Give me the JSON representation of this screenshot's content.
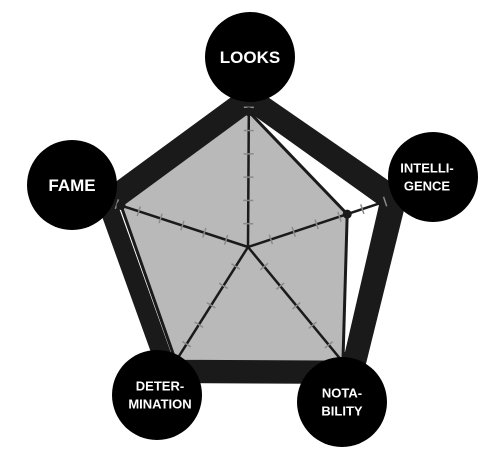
{
  "chart_data": {
    "type": "radar",
    "categories": [
      "LOOKS",
      "INTELLI-GENCE",
      "NOTA-BILITY",
      "DETER-MINATION",
      "FAME"
    ],
    "category_lines": [
      [
        "LOOKS"
      ],
      [
        "INTELLI-",
        "GENCE"
      ],
      [
        "NOTA-",
        "BILITY"
      ],
      [
        "DETER-",
        "MINATION"
      ],
      [
        "FAME"
      ]
    ],
    "values": [
      0.83,
      0.62,
      0.84,
      0.84,
      0.83
    ],
    "scale_max": 1,
    "ticks_per_axis": 6
  },
  "colors": {
    "frame": "#1a1a1a",
    "inner_band": "#ffffff",
    "data_fill": "#b9b9b9",
    "circle": "#000000",
    "tick": "#8a8a8a"
  }
}
